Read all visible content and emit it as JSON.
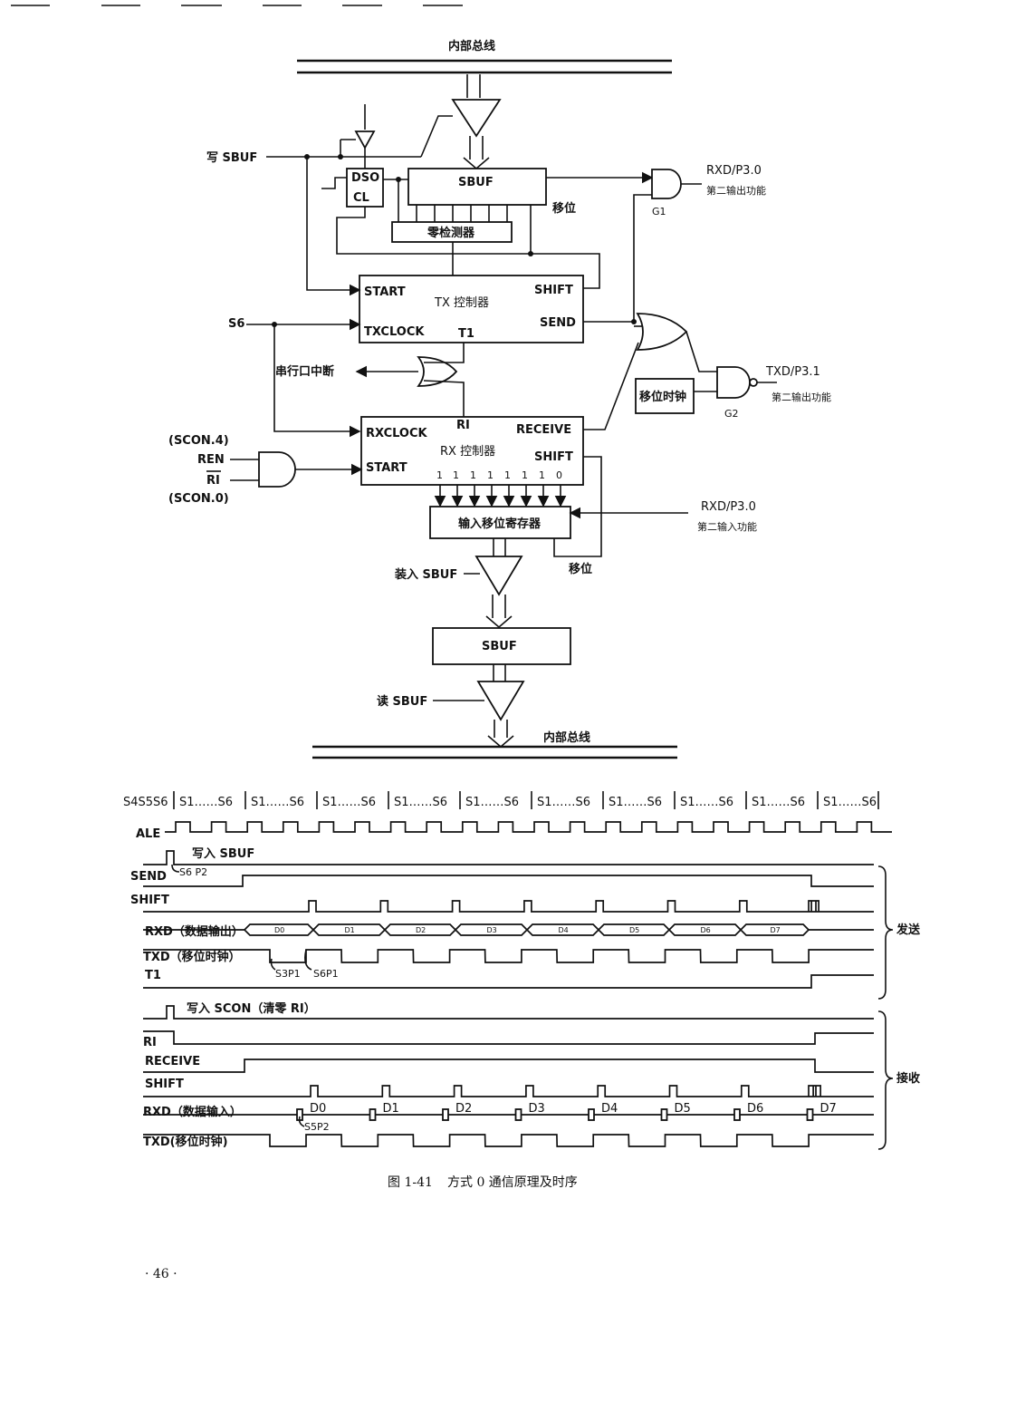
{
  "diagram": {
    "top_bus_label": "内部总线",
    "bottom_bus_label": "内部总线",
    "write_sbuf": "写 SBUF",
    "sbuf_tx": "SBUF",
    "dso": "DSO",
    "cl": "CL",
    "shift_tx_label": "移位",
    "zero_detector": "零检测器",
    "g1_label": "G1",
    "rxd_out": "RXD/P3.0",
    "rxd_out_func": "第二输出功能",
    "tx_ctrl": {
      "title": "TX 控制器",
      "start": "START",
      "shift": "SHIFT",
      "txclock": "TXCLOCK",
      "t1": "T1",
      "send": "SEND"
    },
    "s6": "S6",
    "serial_int": "串行口中断",
    "shift_clock": "移位时钟",
    "txd_out": "TXD/P3.1",
    "txd_out_func": "第二输出功能",
    "g2_label": "G2",
    "rx_ctrl": {
      "title": "RX 控制器",
      "rxclock": "RXCLOCK",
      "ri": "RI",
      "receive": "RECEIVE",
      "start": "START",
      "shift": "SHIFT",
      "bits": [
        "1",
        "1",
        "1",
        "1",
        "1",
        "1",
        "1",
        "0"
      ]
    },
    "scon4": "(SCON.4)",
    "ren": "REN",
    "ri_bar": "RI",
    "scon0": "(SCON.0)",
    "input_shift_reg": "输入移位寄存器",
    "rxd_in": "RXD/P3.0",
    "rxd_in_func": "第二输入功能",
    "shift_rx_label": "移位",
    "load_sbuf": "装入 SBUF",
    "sbuf_rx": "SBUF",
    "read_sbuf": "读 SBUF"
  },
  "timing": {
    "state_first": "S4S5S6",
    "state_cycles": [
      "S1……S6",
      "S1……S6",
      "S1……S6",
      "S1……S6",
      "S1……S6",
      "S1……S6",
      "S1……S6",
      "S1……S6",
      "S1……S6",
      "S1……S6"
    ],
    "ale": "ALE",
    "write_sbuf": "写入 SBUF",
    "s6p2": "S6 P2",
    "send": "SEND",
    "shift": "SHIFT",
    "rxd_out": "RXD（数据输出）",
    "data_bits": [
      "D0",
      "D1",
      "D2",
      "D3",
      "D4",
      "D5",
      "D6",
      "D7"
    ],
    "txd_clock": "TXD（移位时钟）",
    "s3p1": "S3P1",
    "s6p1": "S6P1",
    "t1": "T1",
    "send_group": "发送",
    "write_scon": "写入 SCON（清零 RI）",
    "ri": "RI",
    "receive": "RECEIVE",
    "shift_rx": "SHIFT",
    "rxd_in": "RXD（数据输入）",
    "s5p2": "S5P2",
    "txd_clock_rx": "TXD(移位时钟)",
    "recv_group": "接收"
  },
  "caption": {
    "number": "图 1-41",
    "title": "方式 0 通信原理及时序"
  },
  "page_number": "· 46 ·"
}
